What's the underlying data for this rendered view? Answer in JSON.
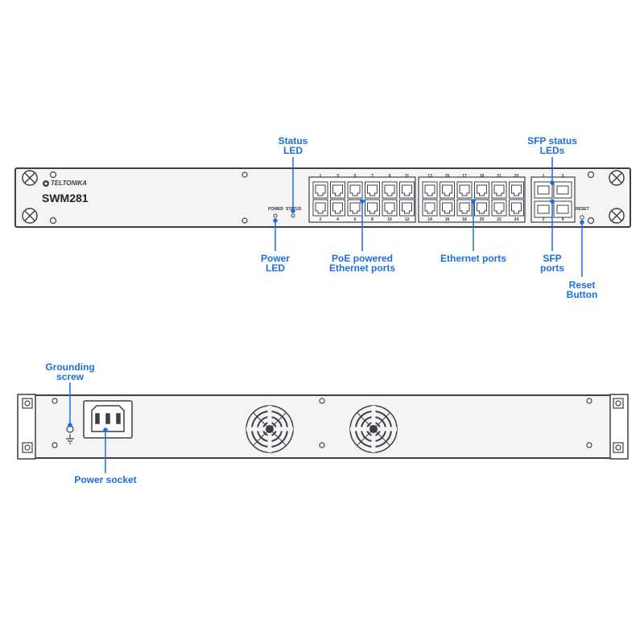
{
  "front_panel": {
    "brand": "TELTONIKA",
    "model": "SWM281",
    "led_labels": {
      "power": "POWER",
      "status": "STATUS"
    },
    "reset_label": "RESET",
    "poe_ports_top": [
      "1",
      "3",
      "5",
      "7",
      "9",
      "11"
    ],
    "poe_ports_bottom": [
      "2",
      "4",
      "6",
      "8",
      "10",
      "12"
    ],
    "eth_ports_top": [
      "13",
      "15",
      "17",
      "19",
      "21",
      "23"
    ],
    "eth_ports_bottom": [
      "14",
      "16",
      "18",
      "20",
      "22",
      "24"
    ],
    "sfp_top": [
      "1",
      "3"
    ],
    "sfp_bottom": [
      "2",
      "4"
    ]
  },
  "callouts": {
    "status_led": "Status\nLED",
    "power_led": "Power\nLED",
    "poe_ports": "PoE powered\nEthernet ports",
    "ethernet_ports": "Ethernet ports",
    "sfp_status_leds": "SFP status\nLEDs",
    "sfp_ports": "SFP\nports",
    "reset_button": "Reset\nButton",
    "grounding_screw": "Grounding\nscrew",
    "power_socket": "Power socket"
  },
  "colors": {
    "accent": "#1a6fe0",
    "outline": "#3b3f47",
    "panel": "#f4f4f5"
  }
}
